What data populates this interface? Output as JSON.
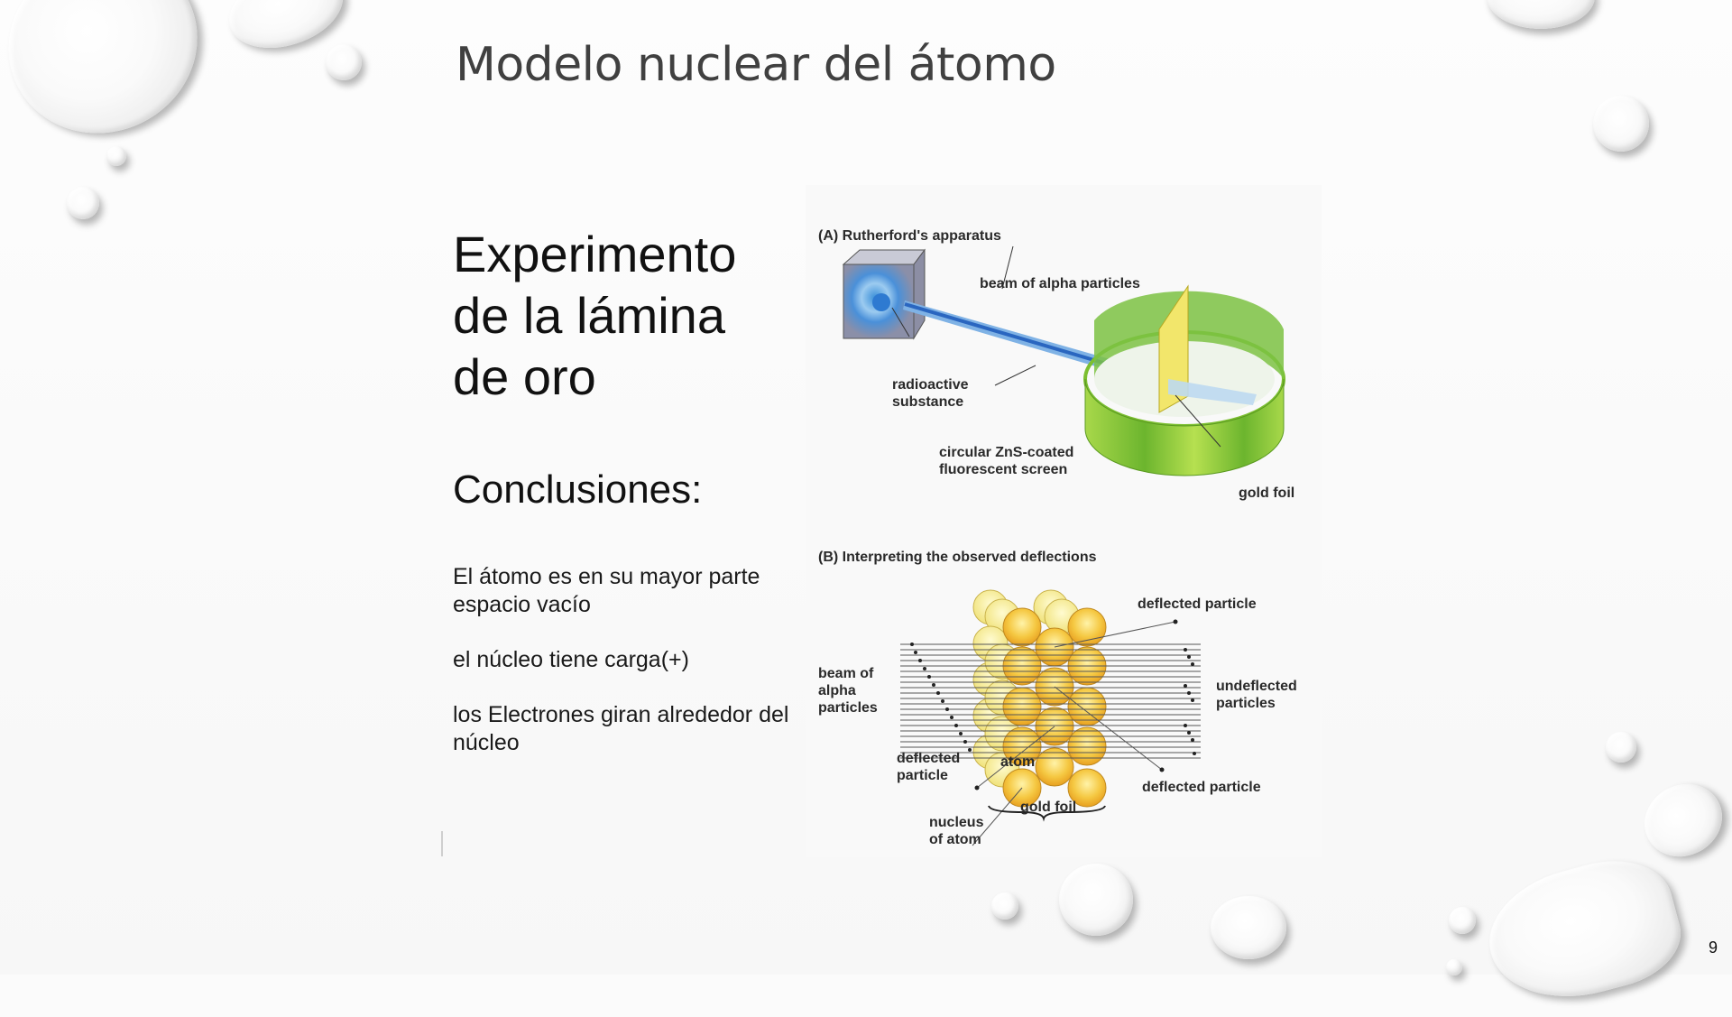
{
  "slide": {
    "title": "Modelo nuclear del átomo",
    "heading_lines": [
      "Experimento",
      "de la lámina",
      "de oro"
    ],
    "subheading": "Conclusiones:",
    "bullets": [
      "El átomo es en su mayor parte espacio vacío",
      "el núcleo tiene carga(+)",
      "los Electrones giran alrededor del núcleo"
    ],
    "slide_number": "9"
  },
  "figure": {
    "panel_a": {
      "label": "(A) Rutherford's apparatus",
      "labels": {
        "beam": "beam of alpha particles",
        "source_line1": "radioactive",
        "source_line2": "substance",
        "screen_line1": "circular ZnS-coated",
        "screen_line2": "fluorescent screen",
        "foil": "gold foil"
      }
    },
    "panel_b": {
      "label": "(B) Interpreting the observed deflections",
      "labels": {
        "deflected_top": "deflected particle",
        "beam_line1": "beam of",
        "beam_line2": "alpha",
        "beam_line3": "particles",
        "undeflected_line1": "undeflected",
        "undeflected_line2": "particles",
        "deflected_left_line1": "deflected",
        "deflected_left_line2": "particle",
        "atom": "atom",
        "deflected_bottom": "deflected particle",
        "gold_foil": "gold foil",
        "nucleus_line1": "nucleus",
        "nucleus_line2": "of atom"
      }
    },
    "colors": {
      "screen_green": "#8dc63f",
      "foil_yellow": "#f2e66b",
      "beam_blue": "#5b9bd5",
      "atom_gold": "#f5c842"
    }
  },
  "decor": {
    "theme": "water-droplets"
  }
}
